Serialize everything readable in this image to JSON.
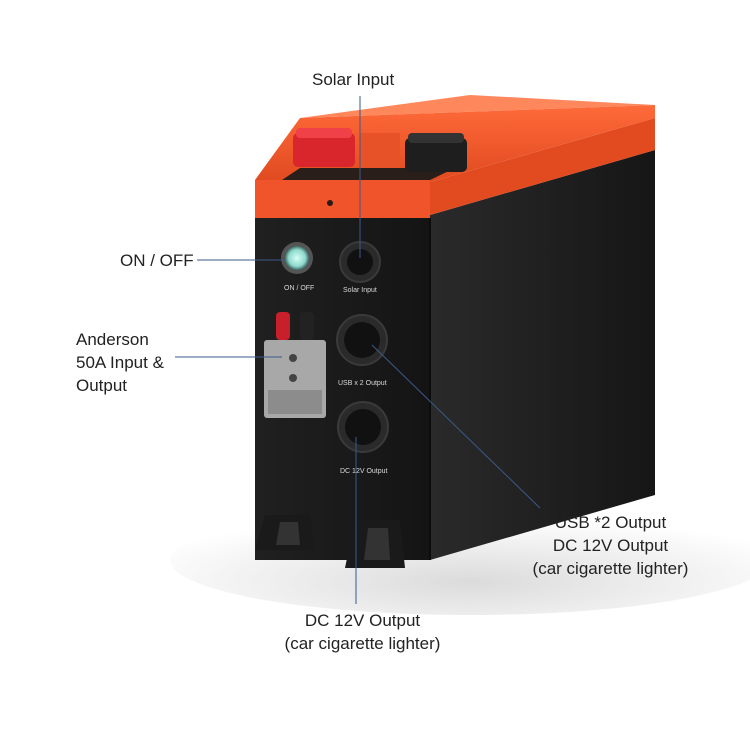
{
  "callouts": {
    "solar_input": "Solar Input",
    "on_off": "ON / OFF",
    "anderson": [
      "Anderson",
      "50A Input &",
      "Output"
    ],
    "usb_dc": [
      "USB *2 Output",
      "DC 12V Output",
      "(car cigarette lighter)"
    ],
    "dc_bottom": [
      "DC 12V Output",
      "(car cigarette lighter)"
    ]
  },
  "panel_labels": {
    "on_off": "ON / OFF",
    "solar": "Solar Input",
    "usb": "USB x 2 Output",
    "dc": "DC 12V Output"
  },
  "colors": {
    "housing_orange": "#f0542a",
    "body_black": "#1c1c1c",
    "terminal_red": "#d8262c",
    "leader_line": "#3a5a8a",
    "power_button_glow": "#9fe0d8"
  }
}
